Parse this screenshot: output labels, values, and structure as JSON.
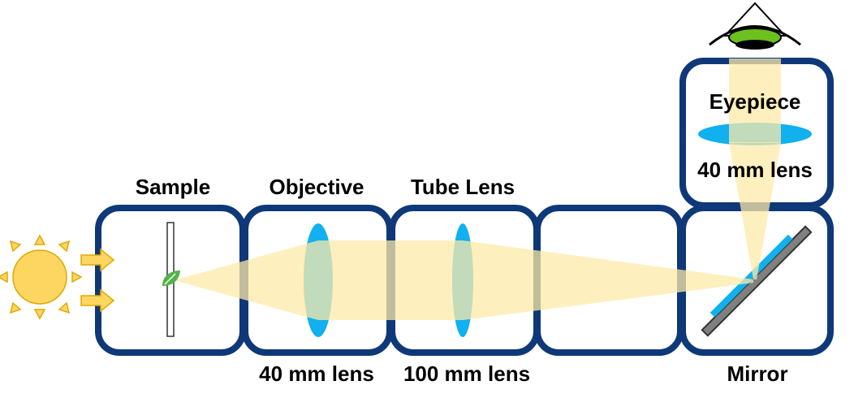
{
  "labels": {
    "sample": "Sample",
    "objective": "Objective",
    "tube_lens": "Tube Lens",
    "eyepiece": "Eyepiece",
    "objective_lens": "40 mm lens",
    "tube_lens_focal": "100 mm lens",
    "eyepiece_lens": "40 mm lens",
    "mirror": "Mirror"
  },
  "icons": {
    "light_source": "sun-icon",
    "light_arrows": "arrow-right-icon",
    "specimen": "leaf-icon",
    "observer": "eye-icon"
  },
  "colors": {
    "box_border": "#0e3878",
    "lens": "#11b0ee",
    "beam": "#fde9a8",
    "sun": "#fdd662",
    "leaf": "#54b24a",
    "eye_iris": "#6cc11f",
    "mirror": "#808080"
  }
}
